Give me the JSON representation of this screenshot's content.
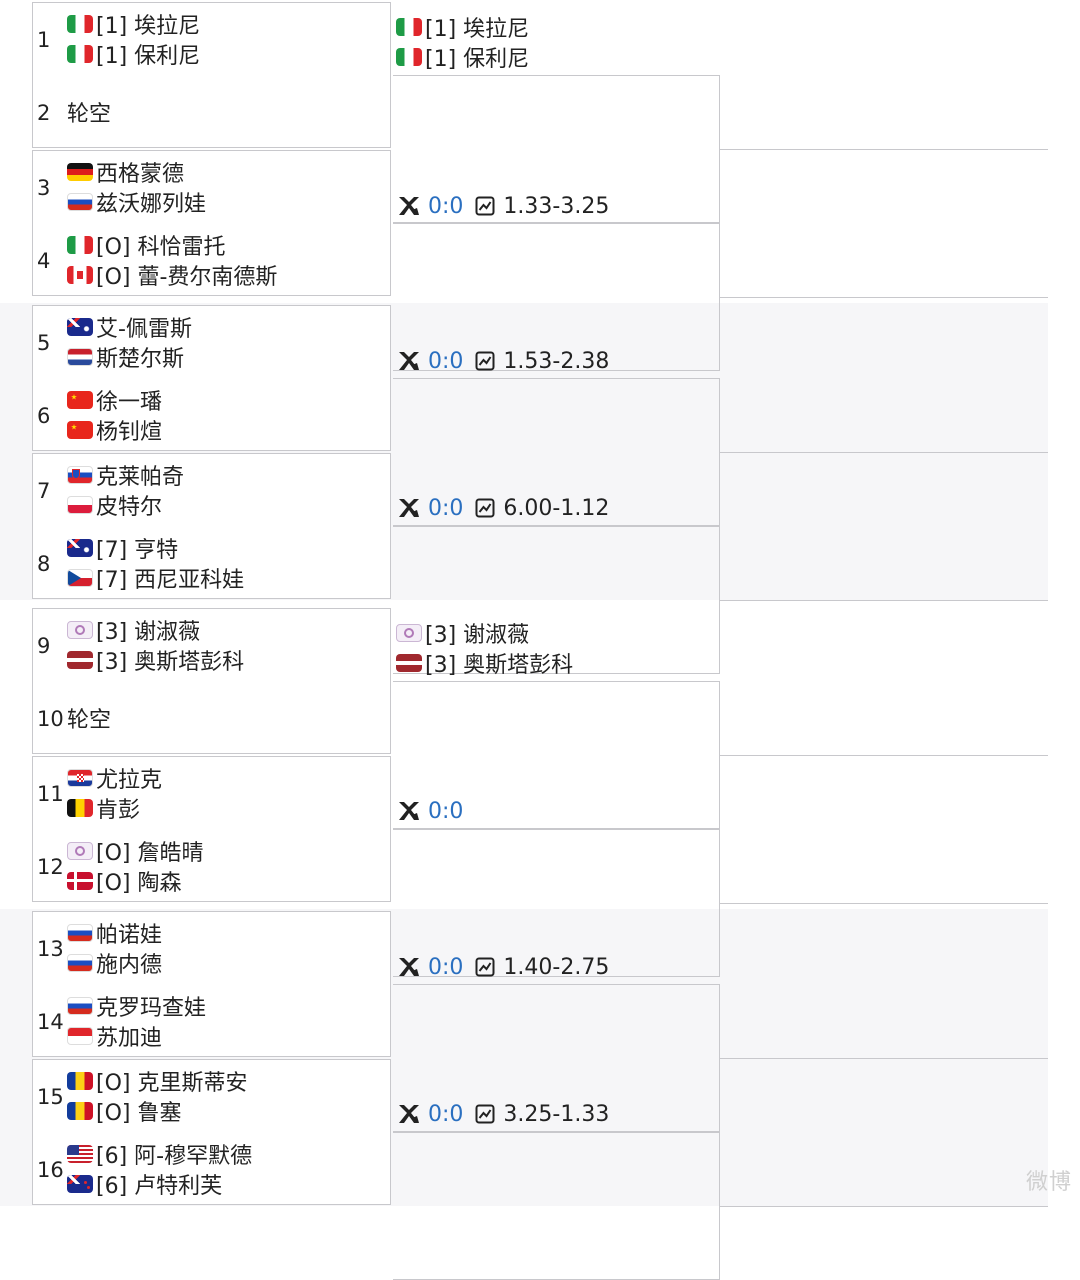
{
  "matches": [
    {
      "num": "1",
      "p1": {
        "flag": "it",
        "text": "[1] 埃拉尼"
      },
      "p2": {
        "flag": "it",
        "text": "[1] 保利尼"
      }
    },
    {
      "num": "2",
      "bye": "轮空"
    },
    {
      "num": "3",
      "p1": {
        "flag": "de",
        "text": "西格蒙德"
      },
      "p2": {
        "flag": "ru",
        "text": "兹沃娜列娃"
      }
    },
    {
      "num": "4",
      "p1": {
        "flag": "it",
        "text": "[O] 科恰雷托"
      },
      "p2": {
        "flag": "ca",
        "text": "[O] 蕾-费尔南德斯"
      }
    },
    {
      "num": "5",
      "p1": {
        "flag": "au",
        "text": "艾-佩雷斯"
      },
      "p2": {
        "flag": "nl",
        "text": "斯楚尔斯"
      }
    },
    {
      "num": "6",
      "p1": {
        "flag": "cn",
        "text": "徐一璠"
      },
      "p2": {
        "flag": "cn",
        "text": "杨钊煊"
      }
    },
    {
      "num": "7",
      "p1": {
        "flag": "si",
        "text": "克莱帕奇"
      },
      "p2": {
        "flag": "pl",
        "text": "皮特尔"
      }
    },
    {
      "num": "8",
      "p1": {
        "flag": "au",
        "text": "[7] 亨特"
      },
      "p2": {
        "flag": "cz",
        "text": "[7] 西尼亚科娃"
      }
    },
    {
      "num": "9",
      "p1": {
        "flag": "tpe",
        "text": "[3] 谢淑薇"
      },
      "p2": {
        "flag": "lv",
        "text": "[3] 奥斯塔彭科"
      }
    },
    {
      "num": "10",
      "bye": "轮空"
    },
    {
      "num": "11",
      "p1": {
        "flag": "hr",
        "text": "尤拉克"
      },
      "p2": {
        "flag": "be",
        "text": "肯彭"
      }
    },
    {
      "num": "12",
      "p1": {
        "flag": "tpe",
        "text": "[O] 詹皓晴"
      },
      "p2": {
        "flag": "dk",
        "text": "[O] 陶森"
      }
    },
    {
      "num": "13",
      "p1": {
        "flag": "ru",
        "text": "帕诺娃"
      },
      "p2": {
        "flag": "ru",
        "text": "施内德"
      }
    },
    {
      "num": "14",
      "p1": {
        "flag": "ru",
        "text": "克罗玛查娃"
      },
      "p2": {
        "flag": "id",
        "text": "苏加迪"
      }
    },
    {
      "num": "15",
      "p1": {
        "flag": "ro",
        "text": "[O] 克里斯蒂安"
      },
      "p2": {
        "flag": "ro",
        "text": "[O] 鲁塞"
      }
    },
    {
      "num": "16",
      "p1": {
        "flag": "us",
        "text": "[6] 阿-穆罕默德"
      },
      "p2": {
        "flag": "nz",
        "text": "[6] 卢特利芙"
      }
    }
  ],
  "round2": [
    {
      "advance": [
        {
          "flag": "it",
          "text": "[1] 埃拉尼"
        },
        {
          "flag": "it",
          "text": "[1] 保利尼"
        }
      ]
    },
    {
      "score": "0:0",
      "odds": "1.33-3.25"
    },
    {
      "score": "0:0",
      "odds": "1.53-2.38"
    },
    {
      "score": "0:0",
      "odds": "6.00-1.12"
    },
    {
      "advance": [
        {
          "flag": "tpe",
          "text": "[3] 谢淑薇"
        },
        {
          "flag": "lv",
          "text": "[3] 奥斯塔彭科"
        }
      ]
    },
    {
      "score": "0:0",
      "odds": ""
    },
    {
      "score": "0:0",
      "odds": "1.40-2.75"
    },
    {
      "score": "0:0",
      "odds": "3.25-1.33"
    }
  ],
  "watermark": "微博"
}
